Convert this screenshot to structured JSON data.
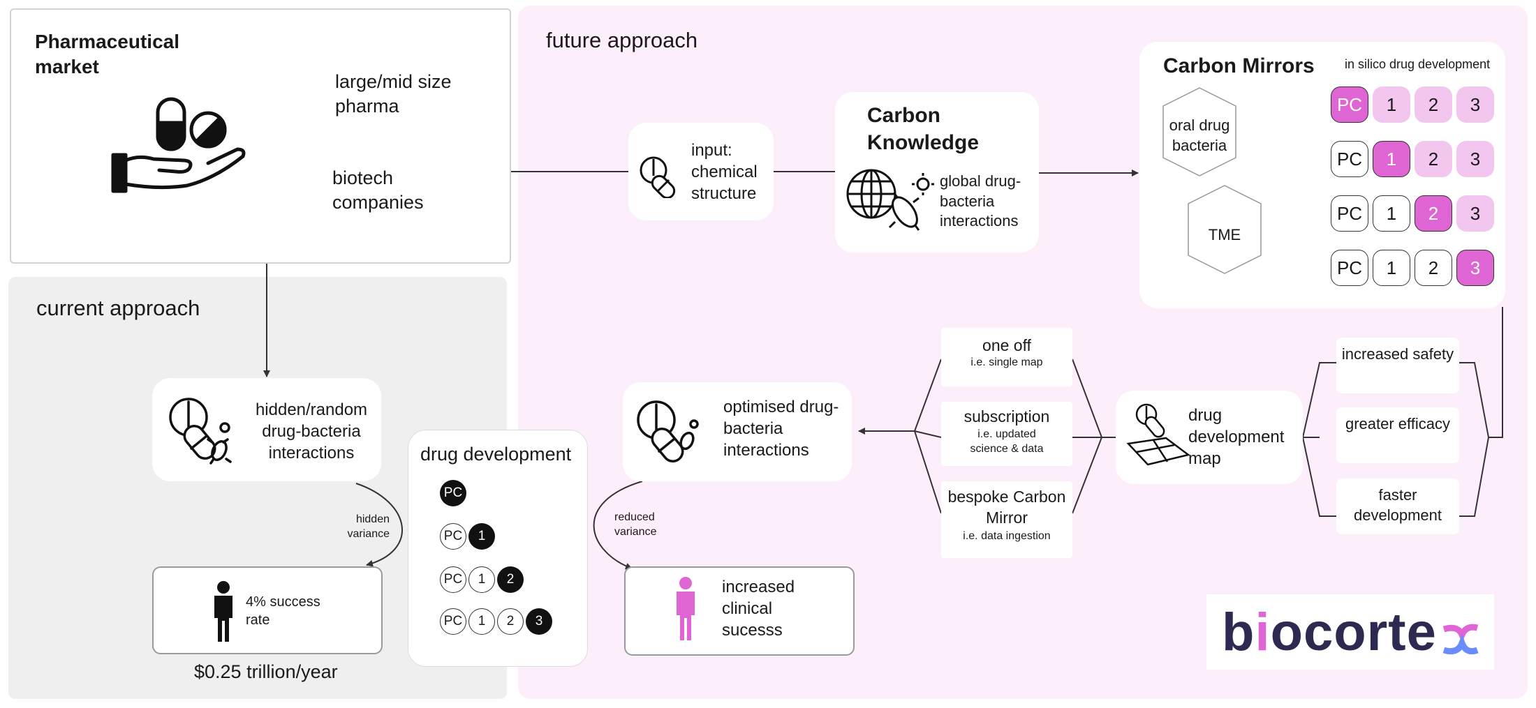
{
  "market": {
    "title": "Pharmaceutical market",
    "segment_pharma": "large/mid size pharma",
    "segment_biotech": "biotech companies"
  },
  "current": {
    "section_title": "current approach",
    "hidden_interactions": "hidden/random drug-bacteria interactions",
    "hidden_variance": "hidden variance",
    "success_rate": "4% success rate",
    "cost": "$0.25 trillion/year",
    "drug_dev_title": "drug development",
    "stage_rows": [
      [
        "PC"
      ],
      [
        "PC",
        "1"
      ],
      [
        "PC",
        "1",
        "2"
      ],
      [
        "PC",
        "1",
        "2",
        "3"
      ]
    ]
  },
  "future": {
    "section_title": "future approach",
    "input": "input: chemical structure",
    "knowledge_title": "Carbon Knowledge",
    "knowledge_desc": "global drug-bacteria interactions",
    "mirrors_title": "Carbon Mirrors",
    "mirrors_subtitle": "in silico drug development",
    "hex_oral": "oral drug bacteria",
    "hex_tme": "TME",
    "grid_labels": [
      "PC",
      "1",
      "2",
      "3"
    ],
    "benefits": [
      "increased safety",
      "greater efficacy",
      "faster development"
    ],
    "map_label": "drug development map",
    "offer_one_off": "one off",
    "offer_one_off_sub": "i.e. single map",
    "offer_subscription": "subscription",
    "offer_subscription_sub": "i.e. updated science & data",
    "offer_bespoke": "bespoke Carbon Mirror",
    "offer_bespoke_sub": "i.e. data ingestion",
    "optimised": "optimised drug-bacteria interactions",
    "reduced_variance": "reduced variance",
    "clinical_success": "increased clinical sucesss"
  },
  "logo": {
    "text": "biocortex"
  },
  "colors": {
    "accent_pink": "#e065d4",
    "light_pink": "#f2c6ee",
    "panel_pink": "#fdeefb",
    "panel_gray": "#efefef",
    "dark": "#1a1a1a",
    "logo_navy": "#2d2a52"
  },
  "icons": [
    "pills-hand-icon",
    "pill-bacteria-icon",
    "pills-icon",
    "globe-bacteria-icon",
    "person-icon",
    "map-pill-icon"
  ]
}
